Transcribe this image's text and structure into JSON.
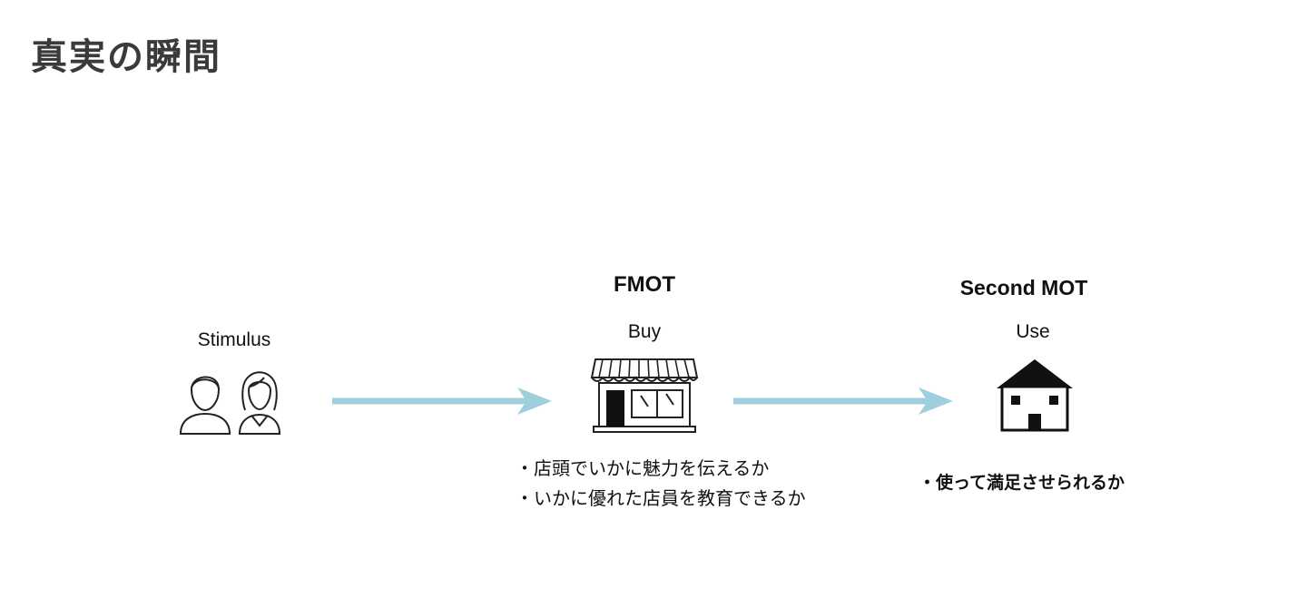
{
  "title": "真実の瞬間",
  "stages": {
    "stimulus": {
      "label": "Stimulus",
      "icon": "people-icon"
    },
    "fmot": {
      "heading": "FMOT",
      "label": "Buy",
      "icon": "storefront-icon",
      "points": [
        "・店頭でいかに魅力を伝えるか",
        "・いかに優れた店員を教育できるか"
      ]
    },
    "second_mot": {
      "heading": "Second MOT",
      "label": "Use",
      "icon": "house-icon",
      "points": [
        "・使って満足させられるか"
      ]
    }
  },
  "colors": {
    "arrow": "#9fcfdc",
    "title": "#3a3a3a",
    "ink": "#111111"
  }
}
